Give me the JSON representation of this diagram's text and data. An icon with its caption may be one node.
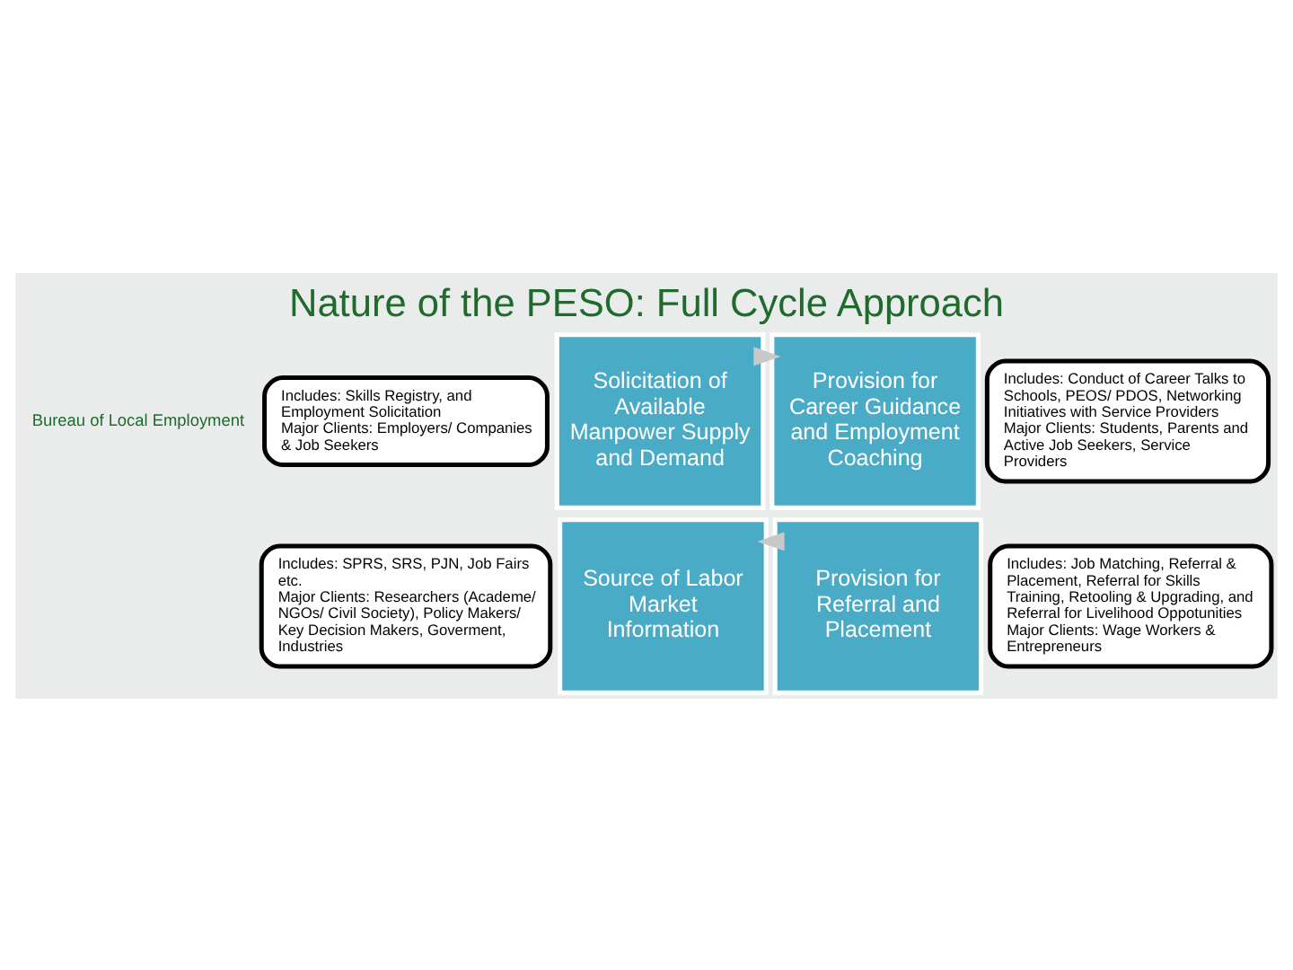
{
  "diagram": {
    "title": "Nature of the PESO: Full Cycle Approach",
    "nodes": [
      {
        "text": [
          "Includes: Skills Registry, and Employment Solicitation",
          "Major Clients: Employers/ Companies & Job Seekers"
        ]
      },
      {
        "text": [
          "Includes: Conduct of Career Talks to Schools, PEOS/ PDOS, Networking Initiatives with Service Providers",
          "Major Clients: Students, Parents and Active Job Seekers, Service Providers"
        ]
      },
      {
        "text": [
          "Solicitation of Available Manpower Supply and Demand"
        ]
      },
      {
        "text": [
          "Provision for Career Guidance and Employment Coaching"
        ]
      },
      {
        "text": [
          "Source of Labor Market Information"
        ]
      },
      {
        "text": [
          "Provision for Referral and Placement"
        ]
      },
      {
        "text": [
          "Includes: SPRS, SRS, PJN, Job Fairs etc.",
          "Major Clients: Researchers (Academe/ NGOs/ Civil Society), Policy Makers/ Key Decision Makers, Goverment, Industries"
        ]
      },
      {
        "text": [
          "Includes: Job Matching, Referral & Placement, Referral for Skills Training, Retooling & Upgrading, and Referral for Livelihood Oppotunities",
          "Major Clients: Wage Workers & Entrepreneurs"
        ]
      }
    ],
    "edges": [
      {
        "from": 2,
        "to": 3,
        "arrow": "to"
      },
      {
        "from": 5,
        "to": 4,
        "arrow": "to"
      }
    ],
    "labels": [
      "Bureau of Local Employment"
    ]
  }
}
